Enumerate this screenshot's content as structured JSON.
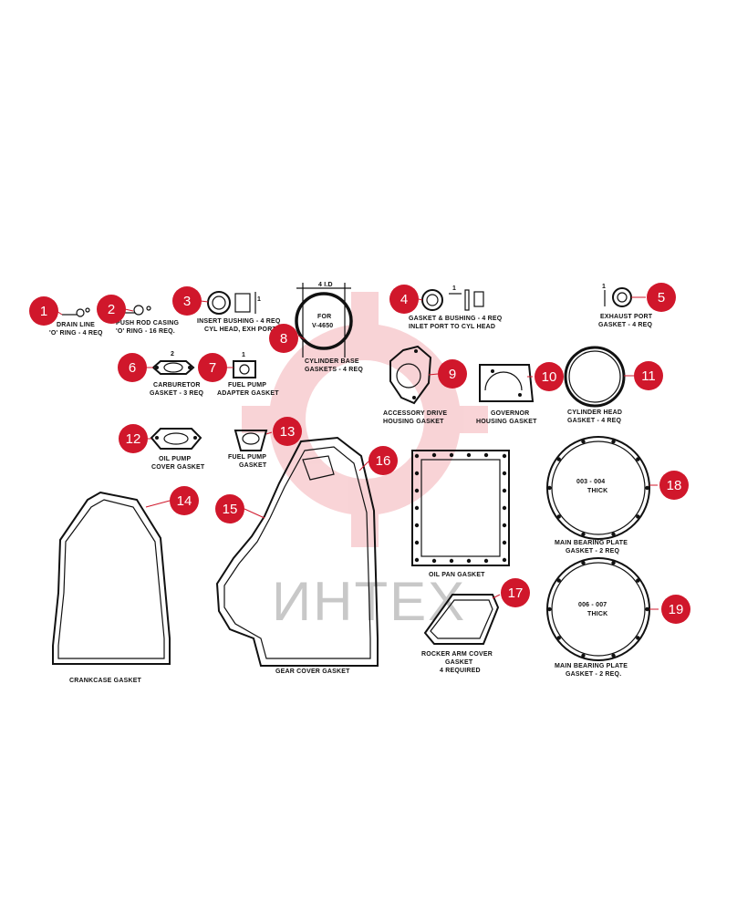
{
  "watermark": "ИНТЕХ",
  "badge_color": "#d0172b",
  "items": [
    {
      "n": "1",
      "lines": [
        "DRAIN LINE",
        "'O' RING - 4 REQ"
      ]
    },
    {
      "n": "2",
      "lines": [
        "PUSH ROD CASING",
        "'O' RING - 16 REQ."
      ]
    },
    {
      "n": "3",
      "lines": [
        "INSERT BUSHING - 4 REQ",
        "CYL HEAD, EXH PORT"
      ]
    },
    {
      "n": "4",
      "lines": [
        "GASKET & BUSHING - 4 REQ",
        "INLET PORT TO CYL HEAD"
      ]
    },
    {
      "n": "5",
      "lines": [
        "EXHAUST PORT",
        "GASKET - 4 REQ"
      ]
    },
    {
      "n": "6",
      "lines": [
        "CARBURETOR",
        "GASKET - 3 REQ"
      ]
    },
    {
      "n": "7",
      "lines": [
        "FUEL PUMP",
        "ADAPTER GASKET"
      ]
    },
    {
      "n": "8",
      "lines": [
        "CYLINDER BASE",
        "GASKETS - 4 REQ"
      ],
      "inner": [
        "FOR",
        "V-4650"
      ]
    },
    {
      "n": "9",
      "lines": [
        "ACCESSORY DRIVE",
        "HOUSING GASKET"
      ]
    },
    {
      "n": "10",
      "lines": [
        "GOVERNOR",
        "HOUSING GASKET"
      ]
    },
    {
      "n": "11",
      "lines": [
        "CYLINDER HEAD",
        "GASKET - 4 REQ"
      ]
    },
    {
      "n": "12",
      "lines": [
        "OIL PUMP",
        "COVER GASKET"
      ]
    },
    {
      "n": "13",
      "lines": [
        "FUEL PUMP",
        "GASKET"
      ]
    },
    {
      "n": "14",
      "lines": [
        "CRANKCASE GASKET"
      ]
    },
    {
      "n": "15",
      "lines": [
        "GEAR COVER GASKET"
      ]
    },
    {
      "n": "16",
      "lines": []
    },
    {
      "n": "17",
      "lines": [
        "ROCKER ARM COVER",
        "GASKET",
        "4 REQUIRED"
      ]
    },
    {
      "n": "18",
      "lines": [
        "MAIN BEARING PLATE",
        "GASKET - 2 REQ"
      ],
      "inner": [
        "003 - 004",
        "THICK"
      ]
    },
    {
      "n": "19",
      "lines": [
        "MAIN BEARING PLATE",
        "GASKET - 2 REQ."
      ],
      "inner": [
        "006 - 007",
        "THICK"
      ]
    }
  ],
  "oil_pan": {
    "lines": [
      "OIL PAN GASKET"
    ]
  },
  "dims": {
    "d3": "1",
    "d4": "1",
    "d6": "2",
    "d7": "1",
    "d8": "4 I.D",
    "d5": "1"
  }
}
